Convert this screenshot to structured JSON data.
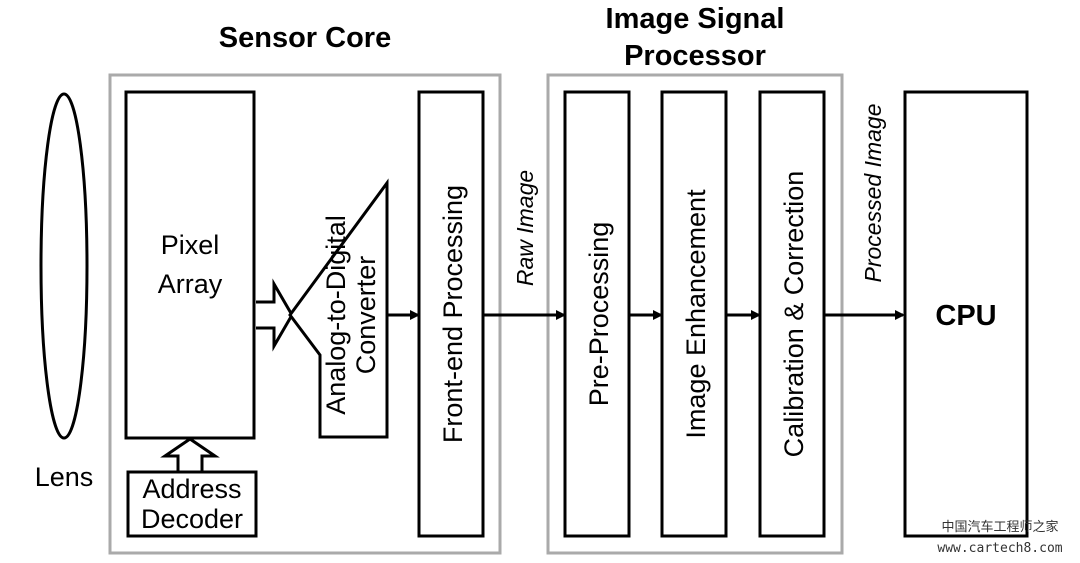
{
  "groups": {
    "sensor_core": "Sensor Core",
    "isp_line1": "Image Signal",
    "isp_line2": "Processor"
  },
  "blocks": {
    "pixel_array_line1": "Pixel",
    "pixel_array_line2": "Array",
    "address_decoder_line1": "Address",
    "address_decoder_line2": "Decoder",
    "adc_line1": "Analog-to-Digital",
    "adc_line2": "Converter",
    "front_end": "Front-end Processing",
    "pre_processing": "Pre-Processing",
    "image_enhancement": "Image Enhancement",
    "calibration": "Calibration & Correction",
    "cpu": "CPU"
  },
  "lens": "Lens",
  "signals": {
    "raw_image": "Raw Image",
    "processed_image": "Processed Image"
  },
  "watermark": {
    "line1": "中国汽车工程师之家",
    "line2": "www.cartech8.com"
  }
}
